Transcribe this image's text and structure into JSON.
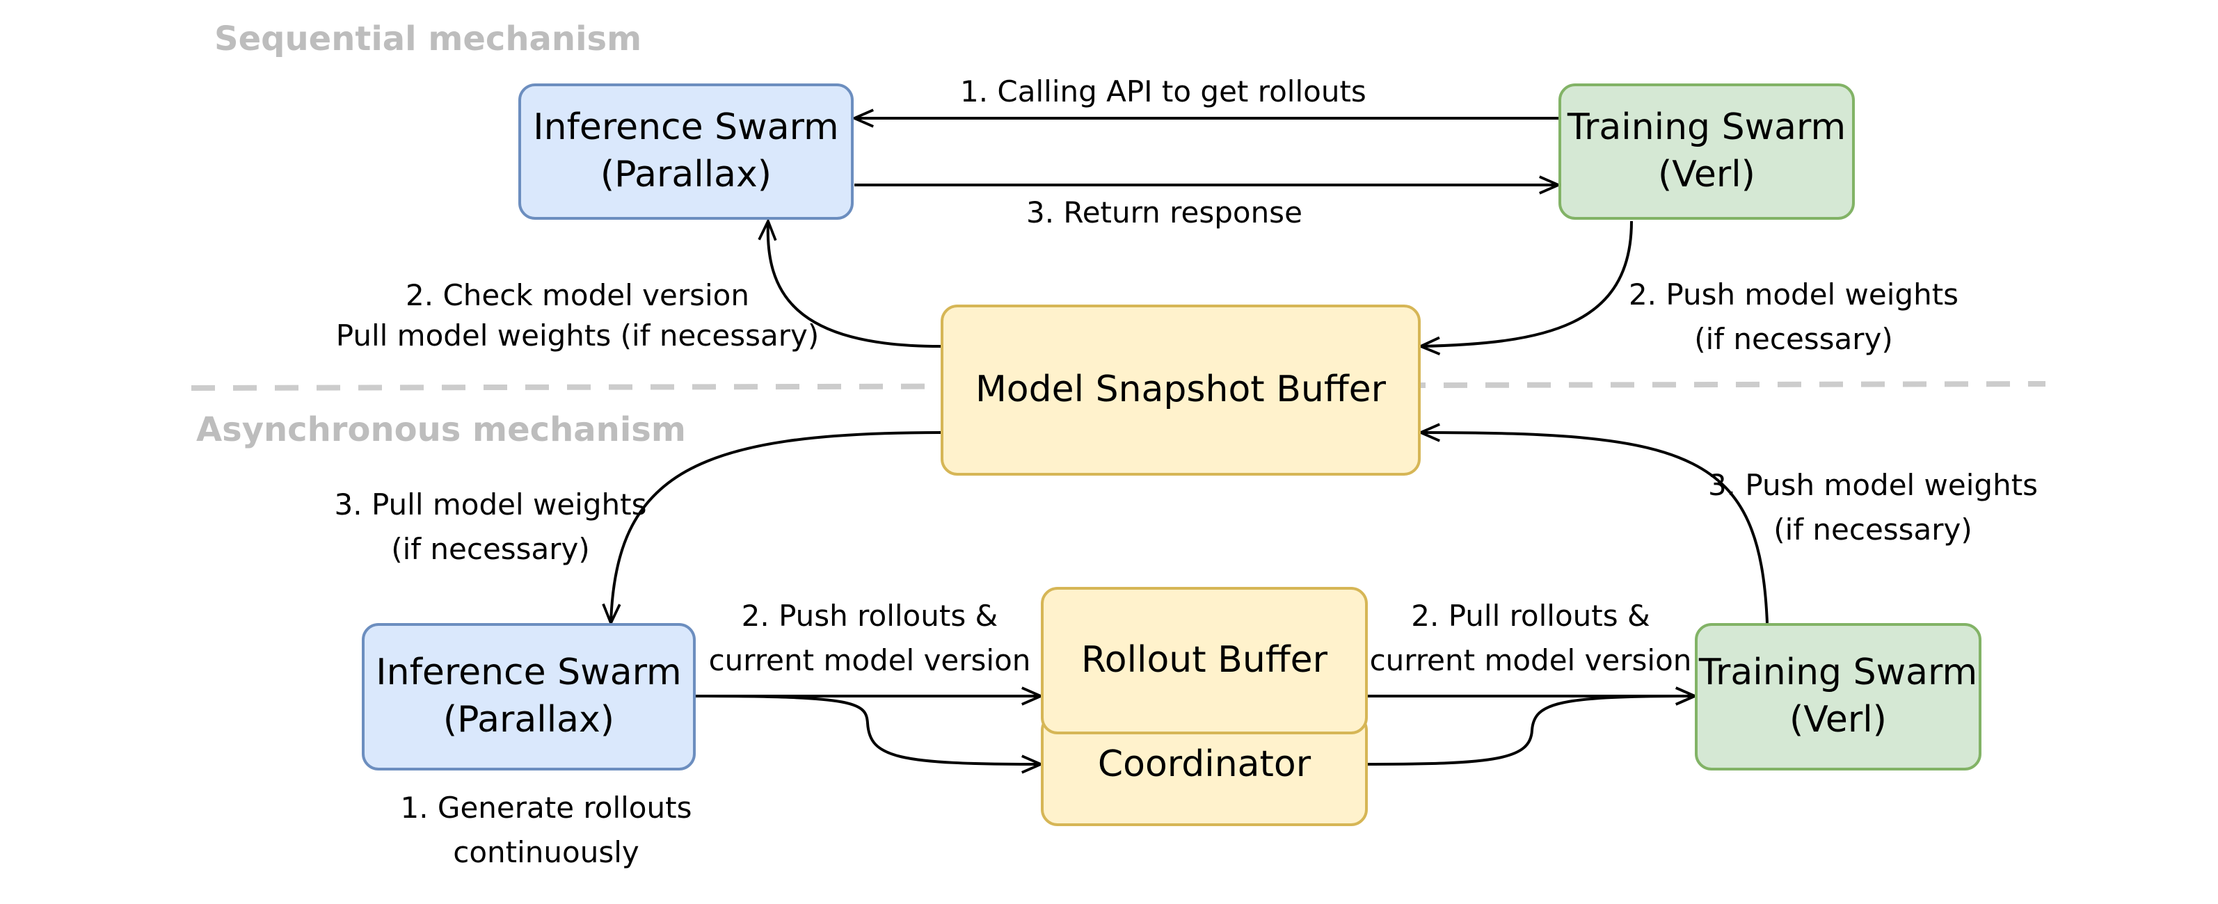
{
  "sections": {
    "sequential": "Sequential mechanism",
    "asynchronous": "Asynchronous mechanism"
  },
  "sequential": {
    "inference": {
      "line1": "Inference Swarm",
      "line2": "(Parallax)"
    },
    "training": {
      "line1": "Training Swarm",
      "line2": "(Verl)"
    },
    "buffer": "Model Snapshot Buffer",
    "labels": {
      "calling_api": "1. Calling API to get rollouts",
      "return_response": "3. Return response",
      "check_version": "2. Check model version",
      "pull_weights": "Pull model weights (if necessary)",
      "push_weights_1": "2. Push model weights",
      "push_weights_2": "(if necessary)"
    }
  },
  "asynchronous": {
    "inference": {
      "line1": "Inference Swarm",
      "line2": "(Parallax)"
    },
    "training": {
      "line1": "Training Swarm",
      "line2": "(Verl)"
    },
    "rollout_buffer": "Rollout Buffer",
    "coordinator": "Coordinator",
    "labels": {
      "pull_weights_1": "3. Pull model weights",
      "pull_weights_2": "(if necessary)",
      "push_weights_1": "3. Push model weights",
      "push_weights_2": "(if necessary)",
      "push_rollouts_1": "2. Push rollouts &",
      "push_rollouts_2": "current model version",
      "pull_rollouts_1": "2. Pull rollouts &",
      "pull_rollouts_2": "current model version",
      "generate_1": "1. Generate rollouts",
      "generate_2": "continuously"
    }
  },
  "colors": {
    "blue_fill": "#dae8fc",
    "blue_stroke": "#6c8ebf",
    "green_fill": "#d5e8d4",
    "green_stroke": "#82b366",
    "yellow_fill": "#fff2cc",
    "yellow_stroke": "#d6b656",
    "divider": "#cccccc",
    "section_title": "#bdbdbd"
  }
}
